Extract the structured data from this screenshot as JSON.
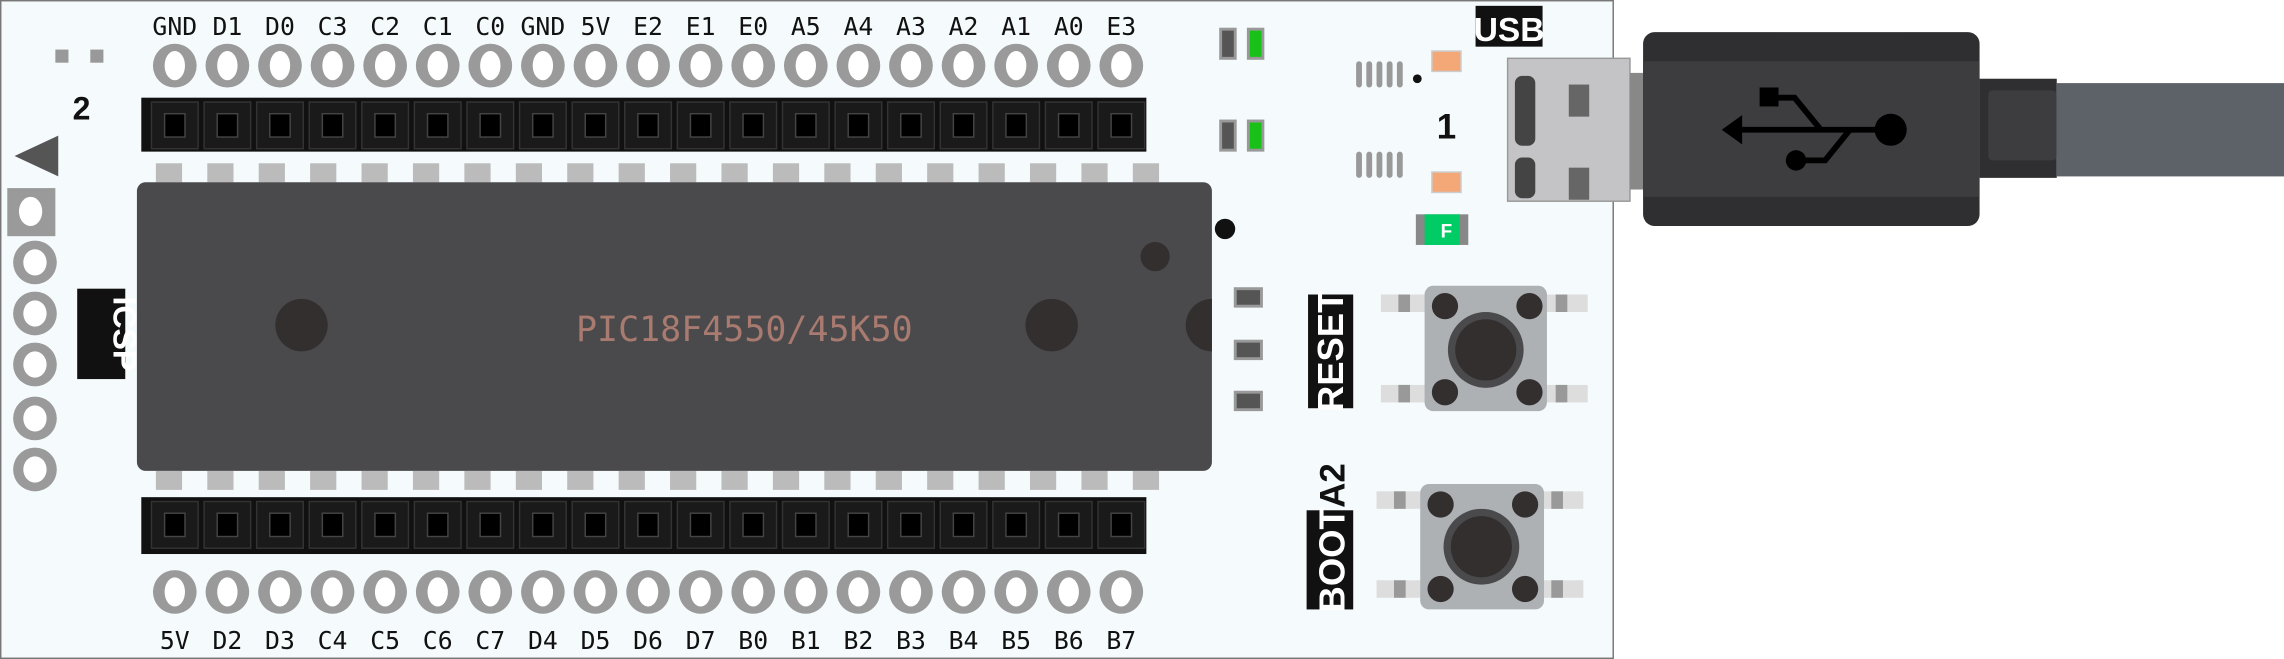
{
  "board": {
    "chip_label": "PIC18F4550/45K50",
    "top_pins": [
      "GND",
      "D1",
      "D0",
      "C3",
      "C2",
      "C1",
      "C0",
      "GND",
      "5V",
      "E2",
      "E1",
      "E0",
      "A5",
      "A4",
      "A3",
      "A2",
      "A1",
      "A0",
      "E3"
    ],
    "bottom_pins": [
      "5V",
      "D2",
      "D3",
      "C4",
      "C5",
      "C6",
      "C7",
      "D4",
      "D5",
      "D6",
      "D7",
      "B0",
      "B1",
      "B2",
      "B3",
      "B4",
      "B5",
      "B6",
      "B7"
    ],
    "icsp_label": "ICSP",
    "jumper_label_2": "2",
    "jumper_label_1": "1",
    "fuse_label": "F",
    "usb_label": "USB",
    "reset_label": "RESET",
    "boot_label": "BOOT",
    "boot_pin_label": "A2"
  },
  "colors": {
    "board": "#f5fbfd",
    "header": "#111111",
    "chip": "#4a4a4c",
    "led": "#18c018",
    "fuse": "#00cc66",
    "plug": "#3c3c3e",
    "cable": "#5d6168"
  },
  "icons": {
    "usb": "usb-trident-icon",
    "pin1": "triangle-marker-icon"
  }
}
